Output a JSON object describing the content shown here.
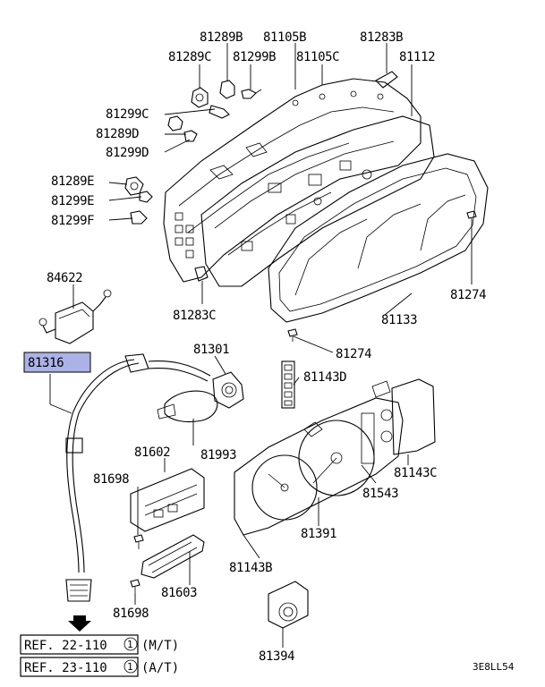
{
  "diagram": {
    "labels": {
      "p81289B": "81289B",
      "p81105B": "81105B",
      "p81283B_top": "81283B",
      "p81289C": "81289C",
      "p81299B": "81299B",
      "p81105C": "81105C",
      "p81112": "81112",
      "p81299C": "81299C",
      "p81289D": "81289D",
      "p81299D": "81299D",
      "p81289E": "81289E",
      "p81299E": "81299E",
      "p81299F": "81299F",
      "p84622": "84622",
      "p81274_right": "81274",
      "p81283C": "81283C",
      "p81133": "81133",
      "p81316": "81316",
      "p81301": "81301",
      "p81274_mid": "81274",
      "p81143D": "81143D",
      "p81993": "81993",
      "p81602": "81602",
      "p81698_top": "81698",
      "p81143C": "81143C",
      "p81543": "81543",
      "p81391": "81391",
      "p81603": "81603",
      "p81143B": "81143B",
      "p81698_bottom": "81698",
      "p81394": "81394"
    },
    "references": [
      {
        "text": "REF. 22-110",
        "circle": "1",
        "suffix": "(M/T)"
      },
      {
        "text": "REF. 23-110",
        "circle": "1",
        "suffix": "(A/T)"
      }
    ],
    "diagram_code": "3E8LL54",
    "highlight_color": "#aab2e6"
  }
}
